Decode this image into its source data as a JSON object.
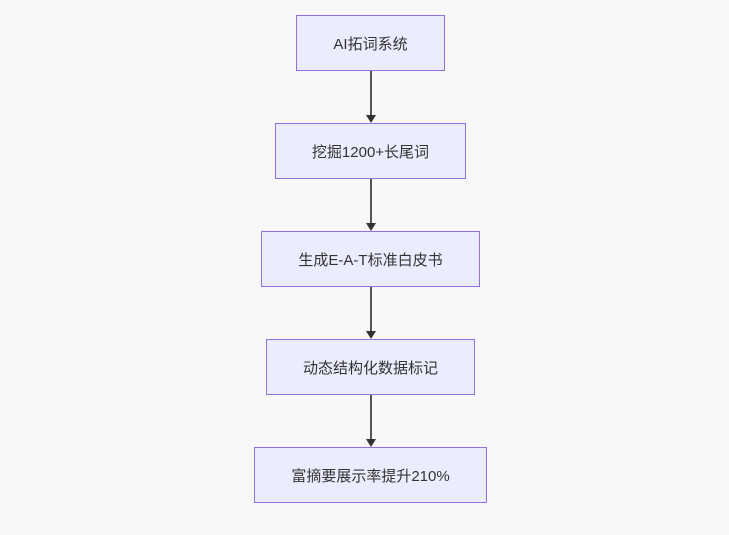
{
  "diagram": {
    "type": "flowchart",
    "direction": "top-down",
    "nodes": [
      {
        "label": "AI拓词系统"
      },
      {
        "label": "挖掘1200+长尾词"
      },
      {
        "label": "生成E-A-T标准白皮书"
      },
      {
        "label": "动态结构化数据标记"
      },
      {
        "label": "富摘要展示率提升210%"
      }
    ],
    "edges": [
      {
        "from": 0,
        "to": 1,
        "style": "arrow"
      },
      {
        "from": 1,
        "to": 2,
        "style": "arrow"
      },
      {
        "from": 2,
        "to": 3,
        "style": "arrow"
      },
      {
        "from": 3,
        "to": 4,
        "style": "arrow"
      }
    ]
  },
  "theme": {
    "background": "#f8f8f8",
    "node_fill": "#ececff",
    "node_border": "#9370db",
    "node_text": "#333333",
    "arrow_line": "#555555",
    "arrow_head": "#333333"
  }
}
